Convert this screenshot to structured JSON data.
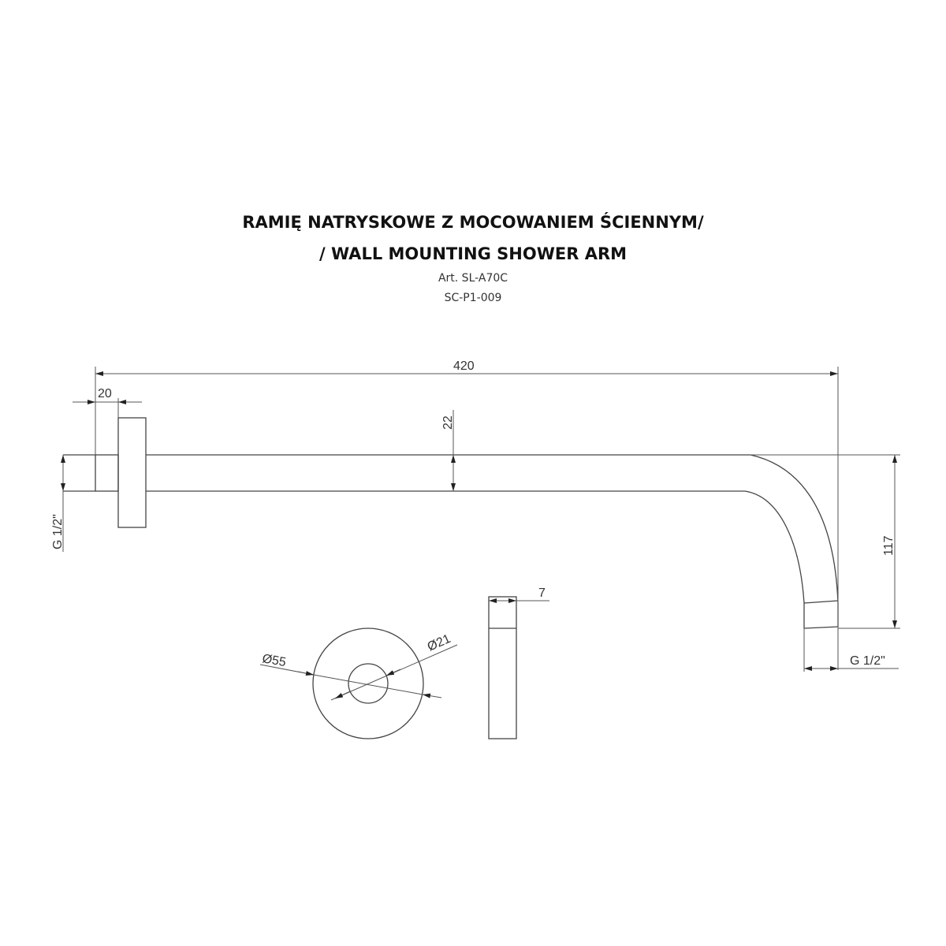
{
  "header": {
    "title_pl": "RAMIĘ NATRYSKOWE Z MOCOWANIEM ŚCIENNYM/",
    "title_en": "/ WALL MOUNTING SHOWER ARM",
    "article": "Art. SL-A70C",
    "code": "SC-P1-009"
  },
  "dimensions": {
    "total_length": "420",
    "thread_length": "20",
    "pipe_diameter": "22",
    "thread_left": "G 1/2\"",
    "drop_height": "117",
    "thread_right": "G 1/2\"",
    "rosette_outer": "Ø55",
    "rosette_inner": "Ø21",
    "rosette_thickness": "7"
  }
}
